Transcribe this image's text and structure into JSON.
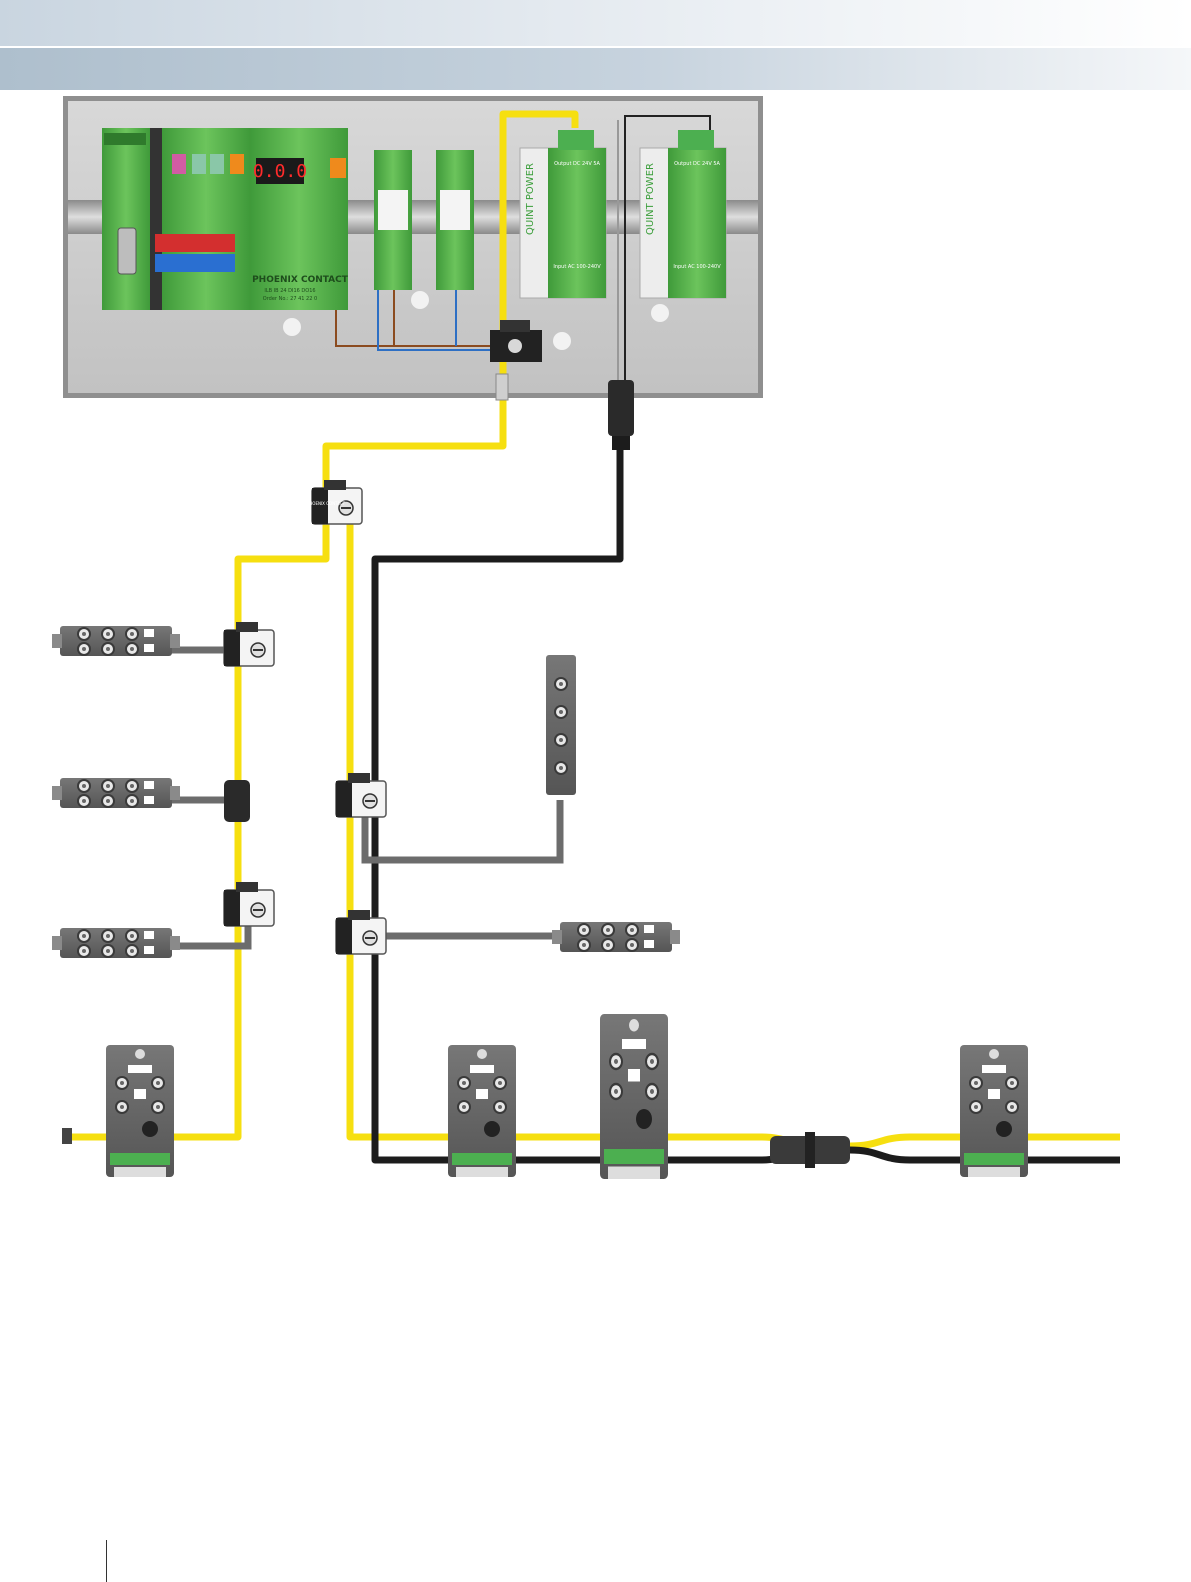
{
  "header": {
    "title": "",
    "subtitle": ""
  },
  "controller": {
    "brand": "PHOENIX CONTACT",
    "model": "ILB IB 24 DI16 DO16",
    "order": "Order No.: 27 41 22 0",
    "display": "0.0.0",
    "module_brand": "PHOENIX CONTACT"
  },
  "power_supplies": [
    {
      "brand": "QUINT POWER",
      "output": "Output DC 24V 5A",
      "input": "Input AC 100-240V"
    },
    {
      "brand": "QUINT POWER",
      "output": "Output DC 24V 5A",
      "input": "Input AC 100-240V"
    }
  ],
  "coupler_brand": "PHOENIX CONTACT",
  "colors": {
    "yellow_cable": "#f6df10",
    "black_cable": "#1c1c1c",
    "grey_cable": "#7a7a7a",
    "module_green": "#5ab44c",
    "cabinet_grey": "#c9c9c9",
    "wire_blue": "#2d6fc4",
    "wire_brown": "#8b4b1f"
  },
  "icons": [
    "controller-icon",
    "interface-module-icon",
    "power-supply-icon",
    "flat-cable-coupler-icon",
    "io-box-icon",
    "cable-connector-icon",
    "terminal-icon"
  ]
}
